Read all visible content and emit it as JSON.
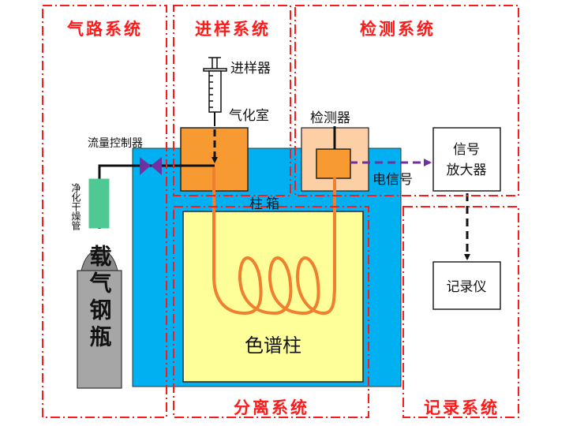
{
  "title": "Gas chromatograph system diagram",
  "systems": {
    "gas_path": "气路系统",
    "injection": "进样系统",
    "detection": "检测系统",
    "separation": "分离系统",
    "recording": "记录系统"
  },
  "components": {
    "injector": "进样器",
    "vaporizer": "气化室",
    "flow_controller": "流量控制器",
    "purifier": "净化干燥管",
    "carrier_gas_cylinder": "载气钢瓶",
    "column_oven": "柱箱",
    "chromatographic_column": "色谱柱",
    "detector": "检测器",
    "electric_signal": "电信号",
    "amplifier_line1": "信号",
    "amplifier_line2": "放大器",
    "recorder": "记录仪"
  },
  "colors": {
    "system_border": "#ff1a1a",
    "column_oven": "#00b0f0",
    "vaporizer": "#f79a32",
    "detector_outer": "#fcd0a4",
    "detector_inner": "#f79a32",
    "column_area": "#ffff99",
    "column_tube": "#f0802f",
    "purifier": "#4fc994",
    "cylinder": "#a6a6a6",
    "valve": "#7030a0",
    "signal_line": "#7030a0"
  }
}
